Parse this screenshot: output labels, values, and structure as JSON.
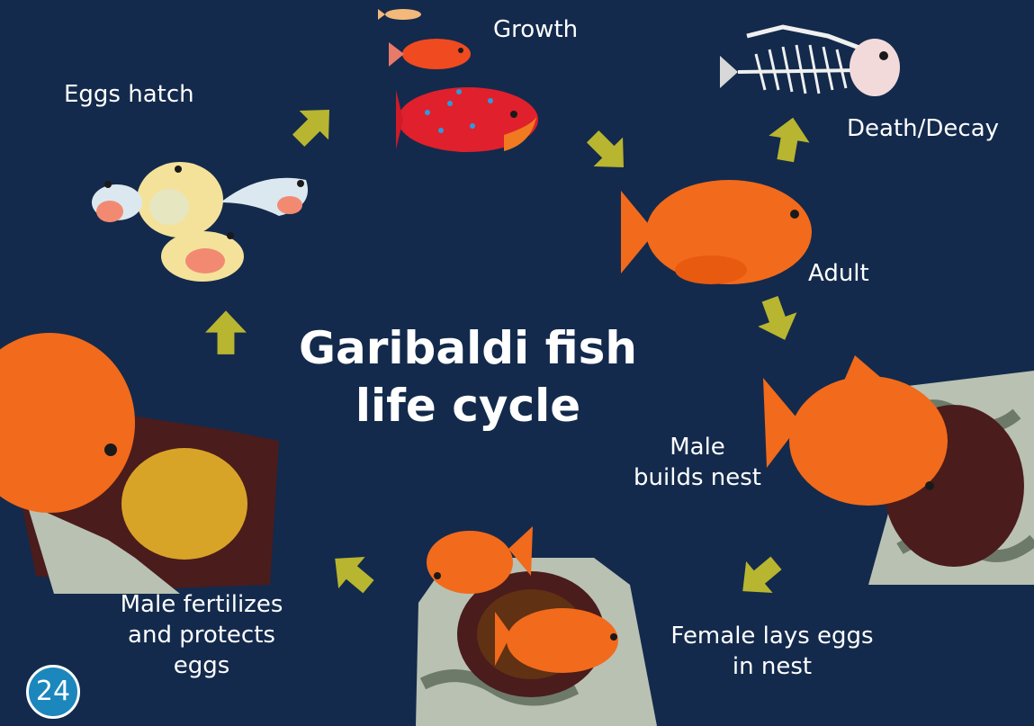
{
  "title": {
    "line1": "Garibaldi fish",
    "line2": "life cycle"
  },
  "stages": {
    "growth": "Growth",
    "eggs_hatch": "Eggs hatch",
    "death_decay": "Death/Decay",
    "adult": "Adult",
    "male_builds_nest": {
      "line1": "Male",
      "line2": "builds nest"
    },
    "female_lays_eggs": {
      "line1": "Female lays eggs",
      "line2": "in nest"
    },
    "male_fertilizes": {
      "line1": "Male fertilizes",
      "line2": "and protects",
      "line3": "eggs"
    }
  },
  "page_number": "24",
  "colors": {
    "background": "#132a4c",
    "arrow": "#b8b530",
    "fish_orange": "#f26a1b",
    "juvenile_red": "#e0202c",
    "page_badge": "#1b87bd"
  }
}
